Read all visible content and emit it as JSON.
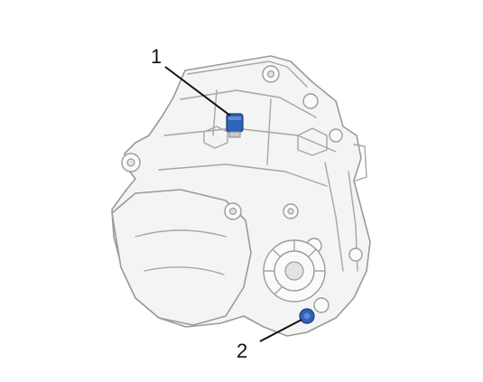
{
  "callouts": [
    {
      "id": "1",
      "label": "1",
      "part": "upper-sensor-plug"
    },
    {
      "id": "2",
      "label": "2",
      "part": "lower-drain-plug"
    }
  ],
  "colors": {
    "background": "#ffffff",
    "housing_fill": "#f4f4f4",
    "housing_outline": "#9a9a9a",
    "highlight_part": "#2f62b8",
    "callout_text": "#111111"
  },
  "icons": {
    "housing": "gearbox-housing-illustration",
    "part_1": "blue-plug-icon",
    "part_2": "blue-drain-plug-icon"
  }
}
